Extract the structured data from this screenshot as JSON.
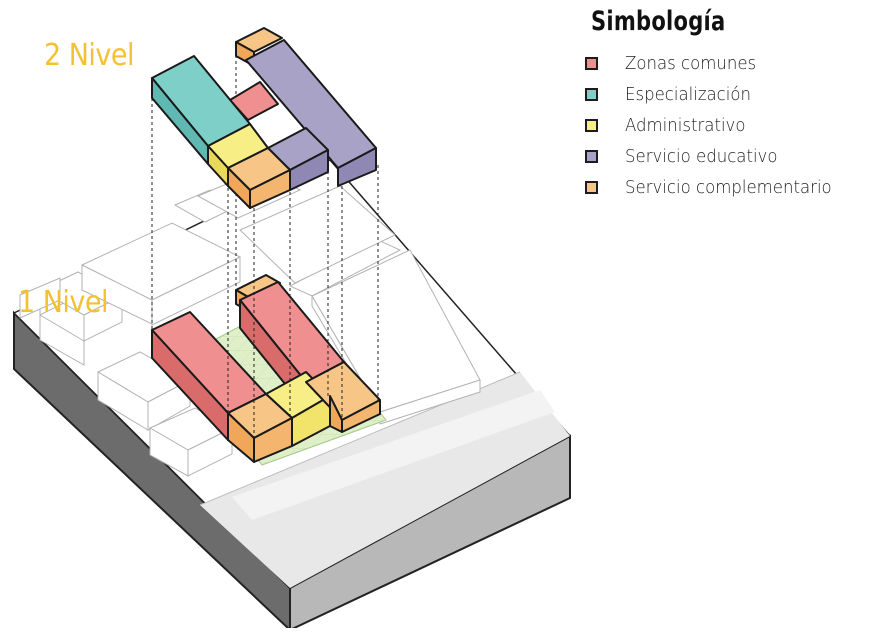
{
  "levels": {
    "upper": "2 Nivel",
    "lower": "1 Nivel"
  },
  "legend": {
    "title": "Simbología",
    "items": [
      {
        "label": "Zonas comunes",
        "color": "#f08f8f"
      },
      {
        "label": "Especialización",
        "color": "#7fcfc9"
      },
      {
        "label": "Administrativo",
        "color": "#f7ef86"
      },
      {
        "label": "Servicio educativo",
        "color": "#a8a2c6"
      },
      {
        "label": "Servicio complementario",
        "color": "#f7c687"
      }
    ]
  },
  "colors": {
    "level_label": "#f2c232",
    "site_base": "#707070",
    "courtyard": "#dff0c9"
  }
}
